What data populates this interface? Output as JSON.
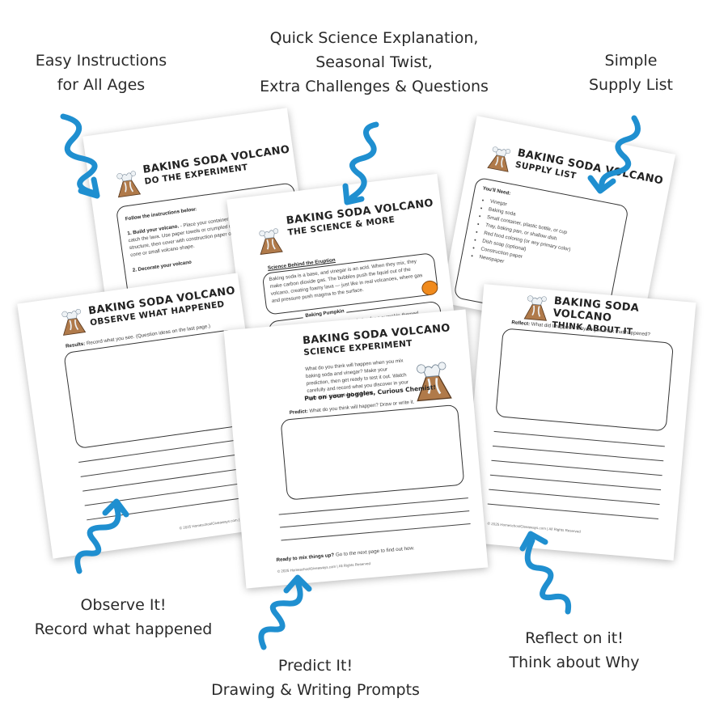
{
  "captions": {
    "easy_instructions": [
      "Easy Instructions",
      "for All Ages"
    ],
    "science_explanation": [
      "Quick Science Explanation,",
      "Seasonal Twist,",
      "Extra Challenges & Questions"
    ],
    "supply_list": [
      "Simple",
      "Supply List"
    ],
    "observe": [
      "Observe It!",
      "Record what happened"
    ],
    "predict": [
      "Predict It!",
      "Drawing & Writing Prompts"
    ],
    "reflect": [
      "Reflect on it!",
      "Think about Why"
    ]
  },
  "pages": {
    "experiment": {
      "title": "Baking Soda Volcano",
      "subtitle": "Do the Experiment",
      "heading": "Follow the instructions below:",
      "step1_label": "1. Build your volcano.",
      "step1_text": "- Place your container on a tray or baking pan to catch the lava. Use paper towels or crumpled newspaper around it for structure, then cover with construction paper or an envelope to make a cone or small volcano shape.",
      "step2_label": "2. Decorate your volcano"
    },
    "science": {
      "title": "Baking Soda Volcano",
      "subtitle": "The Science & More",
      "heading": "Science Behind the Eruption",
      "body": "Baking soda is a base, and vinegar is an acid. When they mix, they make carbon dioxide gas. The bubbles push the liquid out of the volcano, creating foamy lava — just like in real volcanoes, where gas and pressure push magma to the surface.",
      "twist_heading": "Baking Pumpkin",
      "twist_body": "Add baking soda and orange food coloring for a pumpkin-themed eruption!"
    },
    "supply": {
      "title": "Baking Soda Volcano",
      "subtitle": "Supply List",
      "heading": "You'll Need:",
      "items": [
        "Vinegar",
        "Baking soda",
        "Small container, plastic bottle, or cup",
        "Tray, baking pan, or shallow dish",
        "Red food coloring (or any primary color)",
        "Dish soap (optional)",
        "Construction paper",
        "Newspaper"
      ]
    },
    "observe": {
      "title": "Baking Soda Volcano",
      "subtitle": "Observe What Happened",
      "results_label": "Results:",
      "results_text": "Record what you see. (Question ideas on the last page.)",
      "footer": "© 2025 HomeschoolGiveaways.com | All Rights Reserved"
    },
    "predict": {
      "title": "Baking Soda Volcano",
      "subtitle": "Science Experiment",
      "intro": "What do you think will happen when you mix baking soda and vinegar? Make your prediction, then get ready to test it out. Watch carefully and record what you discover in your own mini science lab at home.",
      "goggles": "Put on your goggles, Curious Chemist!",
      "predict_label": "Predict:",
      "predict_text": "What do you think will happen? Draw or write it.",
      "ready": "Ready to mix things up?",
      "ready_text": "Go to the next page to find out how.",
      "footer": "© 2025 HomeschoolGiveaways.com | All Rights Reserved"
    },
    "think": {
      "title": "Baking Soda Volcano",
      "subtitle": "Think About It",
      "reflect_label": "Reflect:",
      "reflect_text": "What did I happen? Why do you think that happened?",
      "footer": "© 2025 HomeschoolGiveaways.com | All Rights Reserved"
    }
  },
  "colors": {
    "arrow": "#1f8fd0",
    "text": "#2a2a2a",
    "box_border": "#333333",
    "pumpkin": "#f08a1c"
  }
}
